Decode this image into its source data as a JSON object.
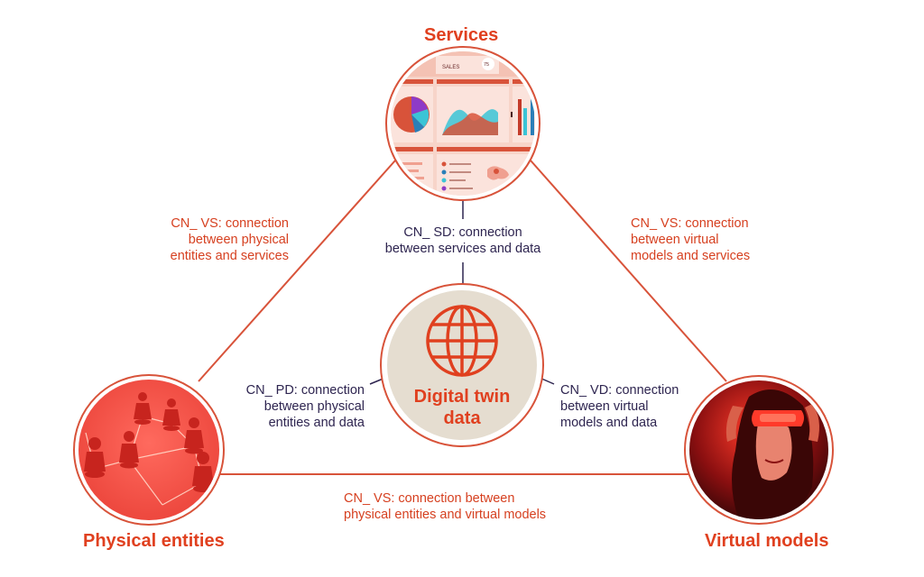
{
  "colors": {
    "accent": "#e0401f",
    "connector": "#d8533a",
    "dark_text": "#2e2550",
    "center_fill": "#e5ddd0",
    "node_ring": "#ffffff"
  },
  "nodes": {
    "services": {
      "title": "Services",
      "image": "analytics-dashboard-image"
    },
    "physical": {
      "title": "Physical entities",
      "image": "people-network-image"
    },
    "virtual": {
      "title": "Virtual models",
      "image": "vr-headset-person-image"
    }
  },
  "center": {
    "icon": "globe-icon",
    "title_line1": "Digital twin",
    "title_line2": "data"
  },
  "connections": {
    "cn_ps": {
      "line1": "CN_ VS: connection",
      "line2": "between physical",
      "line3": "entities and services"
    },
    "cn_vs": {
      "line1": "CN_ VS: connection",
      "line2": "between virtual",
      "line3": "models and services"
    },
    "cn_sd": {
      "line1": "CN_ SD: connection",
      "line2": "between services and data"
    },
    "cn_pd": {
      "line1": "CN_ PD: connection",
      "line2": "between physical",
      "line3": "entities and data"
    },
    "cn_vd": {
      "line1": "CN_ VD: connection",
      "line2": "between virtual",
      "line3": "models and data"
    },
    "cn_pv": {
      "line1": "CN_ VS: connection between",
      "line2": "physical entities and virtual models"
    }
  },
  "dashboard": {
    "sales_label": "SALES",
    "sales_value": "75"
  }
}
